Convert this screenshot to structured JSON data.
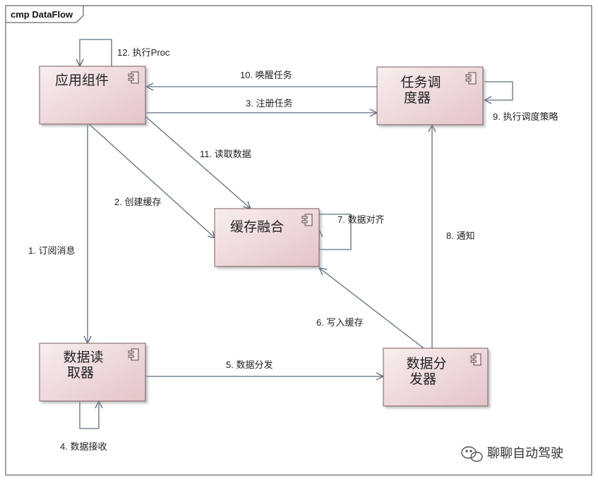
{
  "frame": {
    "title": "cmp DataFlow"
  },
  "components": {
    "app": {
      "lines": [
        "应用组件"
      ]
    },
    "scheduler": {
      "lines": [
        "任务调",
        "度器"
      ]
    },
    "cache": {
      "lines": [
        "缓存融合"
      ]
    },
    "reader": {
      "lines": [
        "数据读",
        "取器"
      ]
    },
    "dispatch": {
      "lines": [
        "数据分",
        "发器"
      ]
    }
  },
  "edges": {
    "e1": "1. 订阅消息",
    "e2": "2. 创建缓存",
    "e3": "3. 注册任务",
    "e4": "4. 数据接收",
    "e5": "5. 数据分发",
    "e6": "6. 写入缓存",
    "e7": "7. 数据对齐",
    "e8": "8. 通知",
    "e9": "9. 执行调度策略",
    "e10": "10. 唤醒任务",
    "e11": "11. 读取数据",
    "e12": "12. 执行Proc"
  },
  "watermark": {
    "text": "聊聊自动驾驶"
  },
  "colors": {
    "component_fill_top": "#f6eaea",
    "component_fill_bottom": "#e7c9cc",
    "component_border": "#7a5a5e",
    "line": "#5f6f7f",
    "frame_border": "#444444"
  }
}
